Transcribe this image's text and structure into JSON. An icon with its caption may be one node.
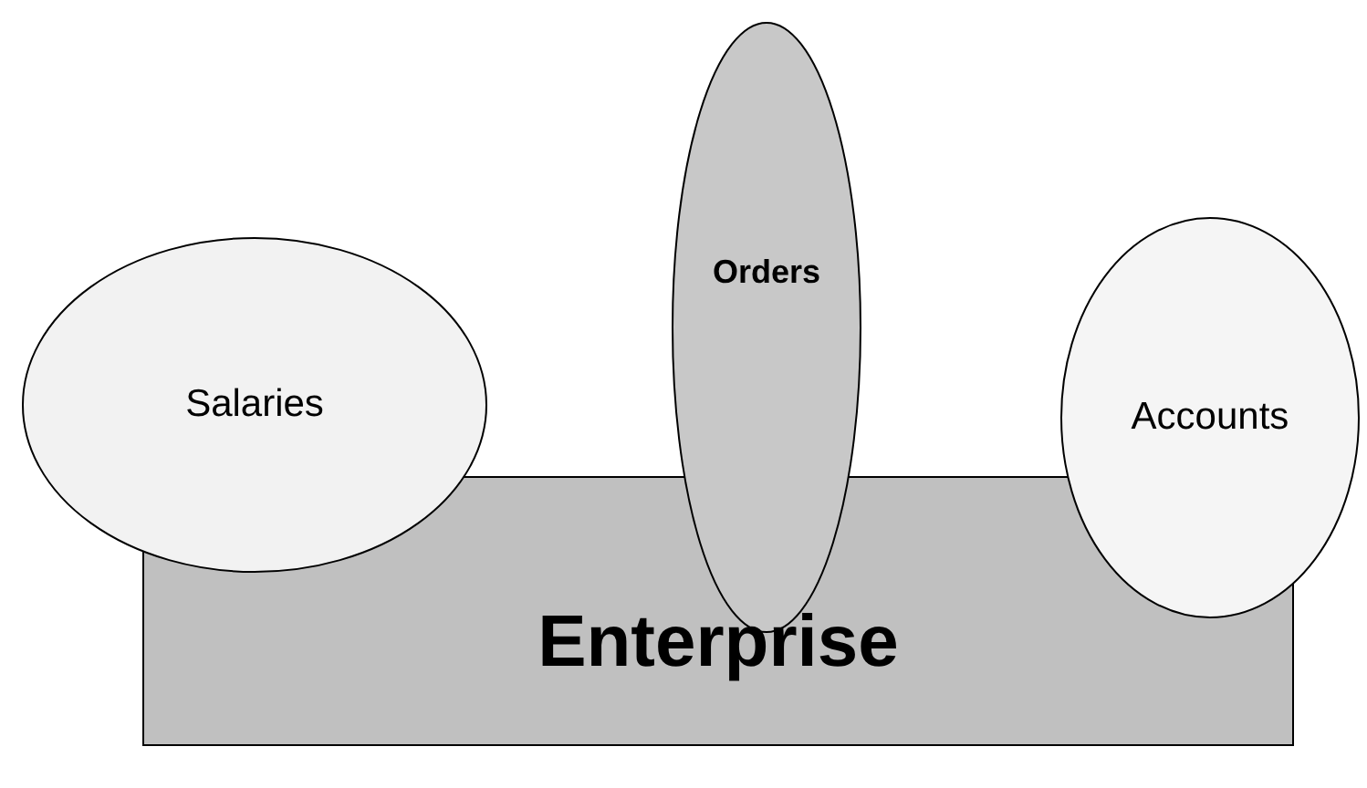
{
  "diagram": {
    "nodes": [
      {
        "text": [
          "Enterprise"
        ]
      },
      {
        "text": [
          "Salaries"
        ]
      },
      {
        "text": [
          "Orders"
        ]
      },
      {
        "text": [
          "Accounts"
        ]
      }
    ]
  }
}
